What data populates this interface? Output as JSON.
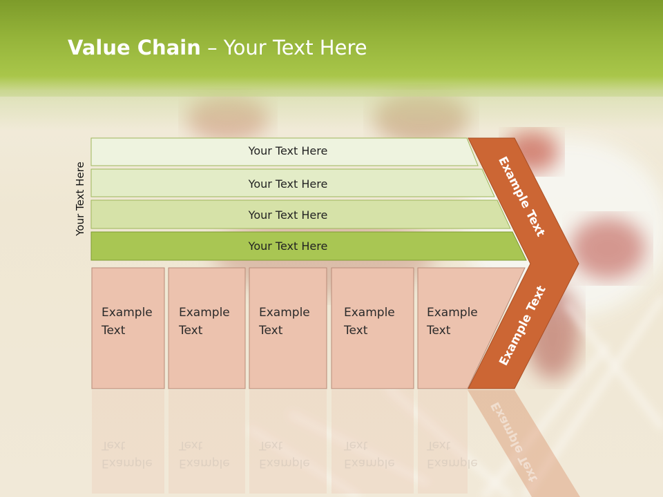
{
  "slide": {
    "title_bold": "Value Chain",
    "title_rest": " – Your Text Here",
    "side_label": "Your Text Here"
  },
  "bars": [
    {
      "label": "Your Text Here"
    },
    {
      "label": "Your Text Here"
    },
    {
      "label": "Your Text Here"
    },
    {
      "label": "Your Text Here"
    }
  ],
  "boxes": [
    {
      "label": "Example\nText"
    },
    {
      "label": "Example\nText"
    },
    {
      "label": "Example\nText"
    },
    {
      "label": "Example\nText"
    },
    {
      "label": "Example\nText"
    }
  ],
  "chevron": {
    "upper_label": "Example Text",
    "lower_label": "Example Text"
  },
  "colors": {
    "header_green": "#95b43a",
    "bar_light": "#eef3df",
    "bar_mid": "#dbe6b9",
    "bar_dark": "#a9c653",
    "box_fill": "#ecc2ae",
    "chevron_orange": "#cc6634"
  }
}
